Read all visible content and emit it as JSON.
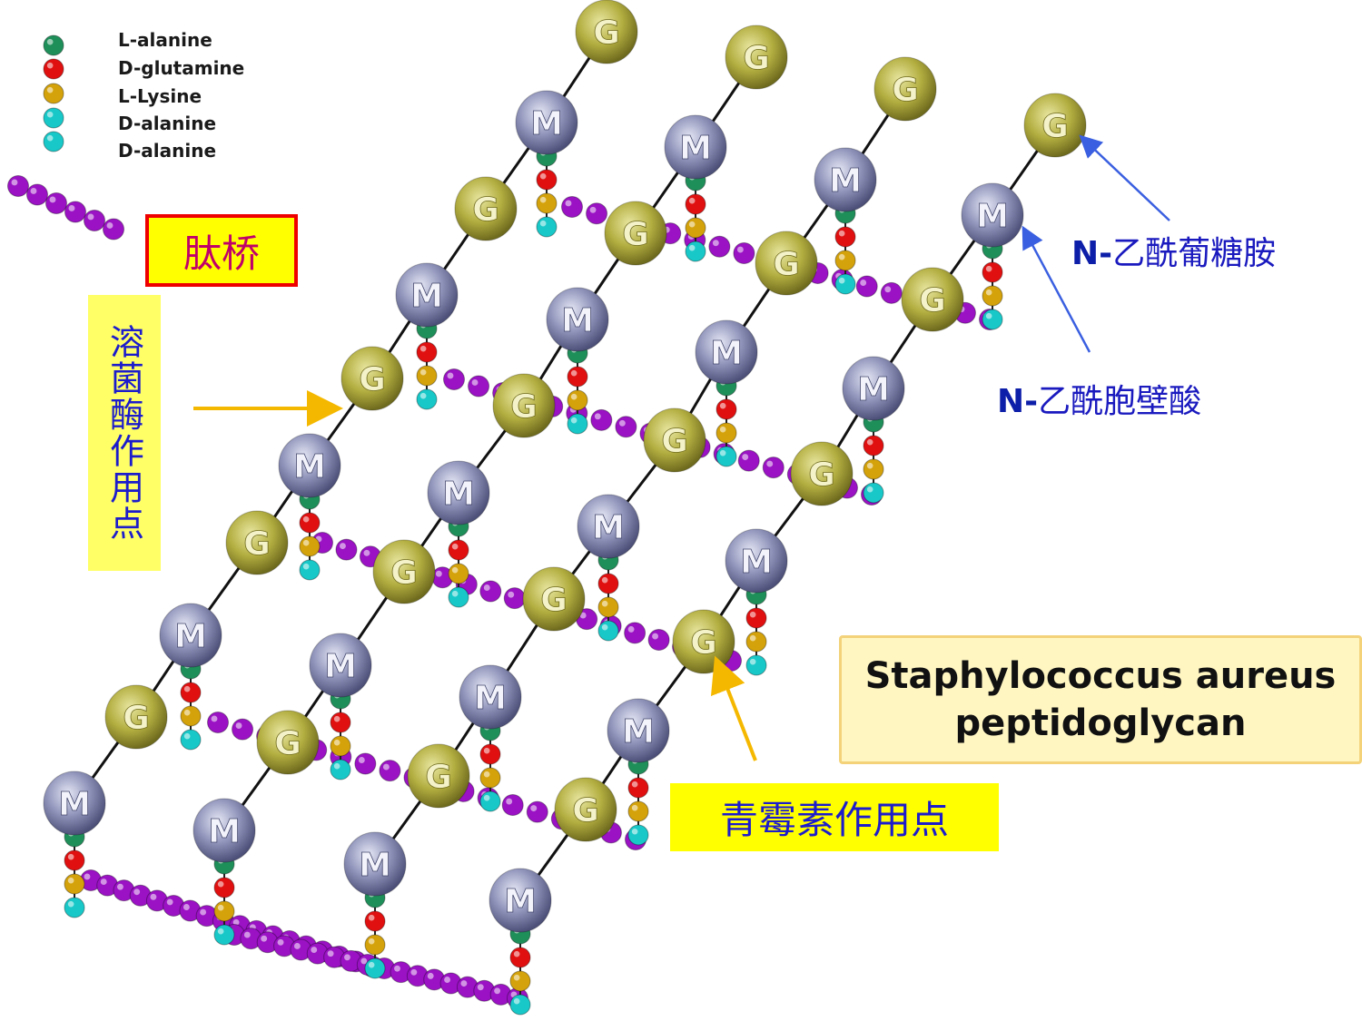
{
  "legend": {
    "items": [
      {
        "label": "L-alanine",
        "color": "#1f8f5a"
      },
      {
        "label": "D-glutamine",
        "color": "#e01010"
      },
      {
        "label": "L-Lysine",
        "color": "#d4a20a"
      },
      {
        "label": "D-alanine",
        "color": "#18c8c8"
      },
      {
        "label": "D-alanine",
        "color": "#18c8c8"
      }
    ],
    "bridge_color": "#9a12c4"
  },
  "labels": {
    "peptide_bridge": "肽桥",
    "lysozyme_site": "溶菌酶作用点",
    "penicillin_site": "青霉素作用点",
    "nag_prefix": "N-",
    "nag_name": "乙酰葡糖胺",
    "nam_prefix": "N-",
    "nam_name": "乙酰胞壁酸"
  },
  "title": {
    "line1": "Staphylococcus aureus",
    "line2": "peptidoglycan"
  },
  "node_letters": {
    "nag": "G",
    "nam": "M"
  },
  "colors": {
    "nag_fill": "#a8a53a",
    "nam_fill": "#7f84ad",
    "arrow_yellow": "#f5b800",
    "arrow_blue": "#3a5fe0"
  }
}
